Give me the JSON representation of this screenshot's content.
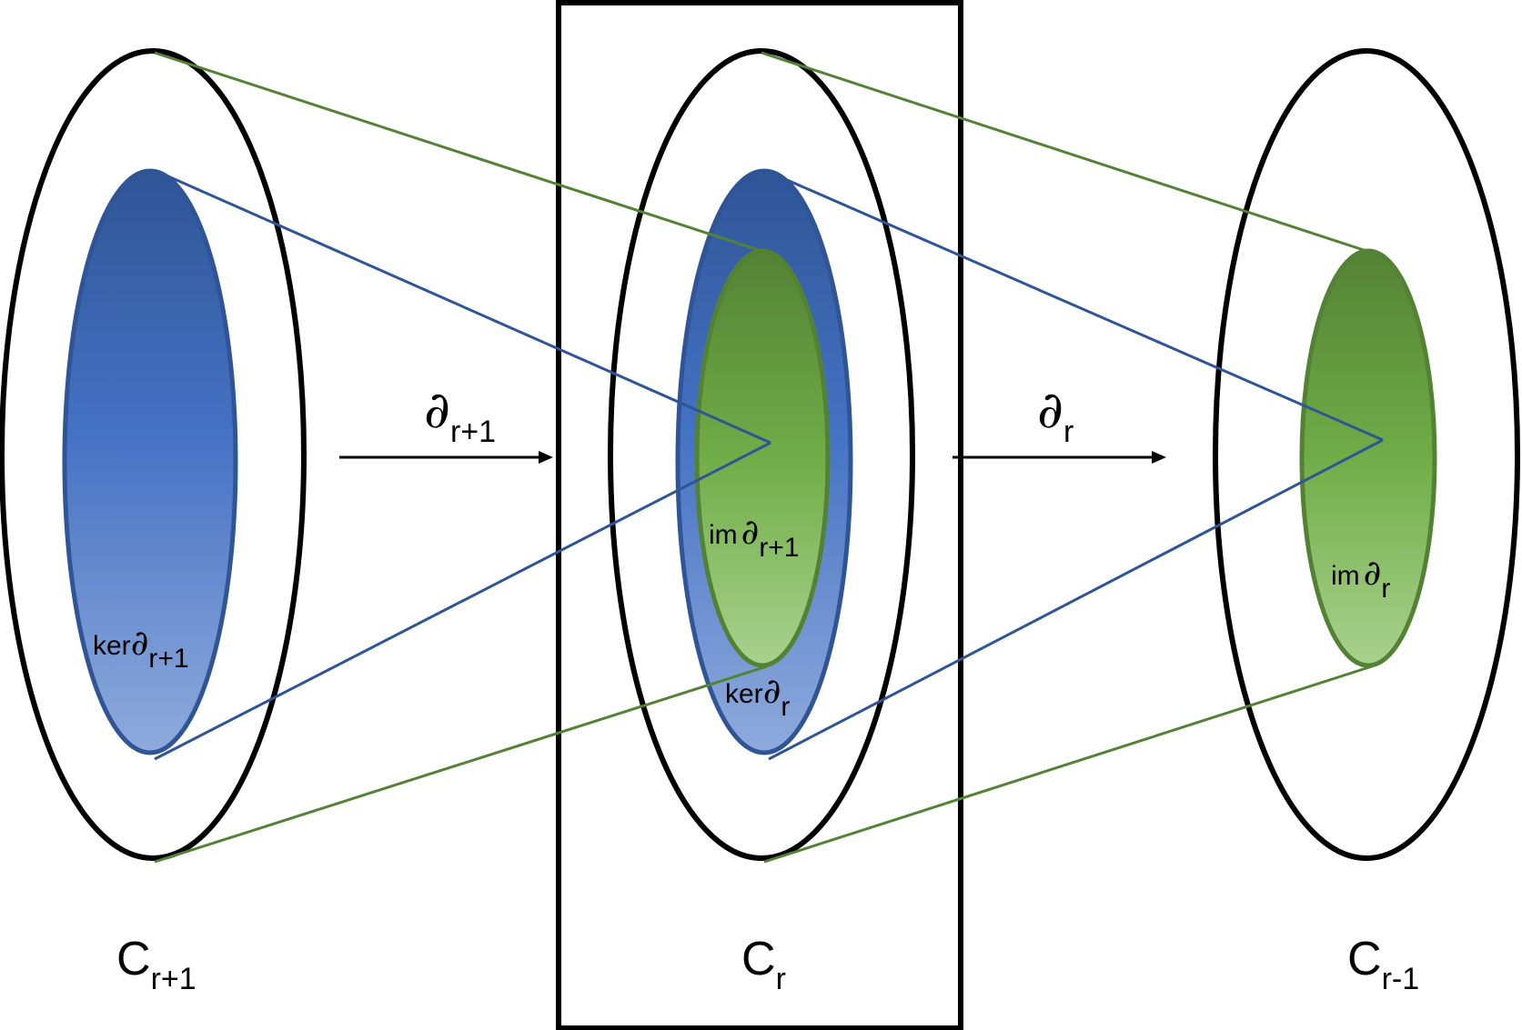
{
  "spaces": [
    {
      "id": "c_r_plus_1",
      "base": "C",
      "sub": "r+1"
    },
    {
      "id": "c_r",
      "base": "C",
      "sub": "r"
    },
    {
      "id": "c_r_minus_1",
      "base": "C",
      "sub": "r-1"
    }
  ],
  "maps": [
    {
      "id": "boundary_r_plus_1",
      "symbol": "∂",
      "sub": "r+1"
    },
    {
      "id": "boundary_r",
      "symbol": "∂",
      "sub": "r"
    }
  ],
  "regions": {
    "ker_r_plus_1": {
      "prefix": "ker",
      "symbol": "∂",
      "sub": "r+1"
    },
    "im_r_plus_1": {
      "prefix": "im",
      "symbol": "∂",
      "sub": "r+1"
    },
    "ker_r": {
      "prefix": "ker",
      "symbol": "∂",
      "sub": "r"
    },
    "im_r": {
      "prefix": "im",
      "symbol": "∂",
      "sub": "r"
    }
  },
  "colors": {
    "outline": "#000000",
    "kernel_blue_top": "#2f5597",
    "kernel_blue_bottom": "#8faadc",
    "kernel_stroke": "#2f5597",
    "image_green_top": "#548235",
    "image_green_bottom": "#a9d18e",
    "image_stroke": "#548235",
    "blue_line": "#2f5597",
    "green_line": "#548235"
  }
}
